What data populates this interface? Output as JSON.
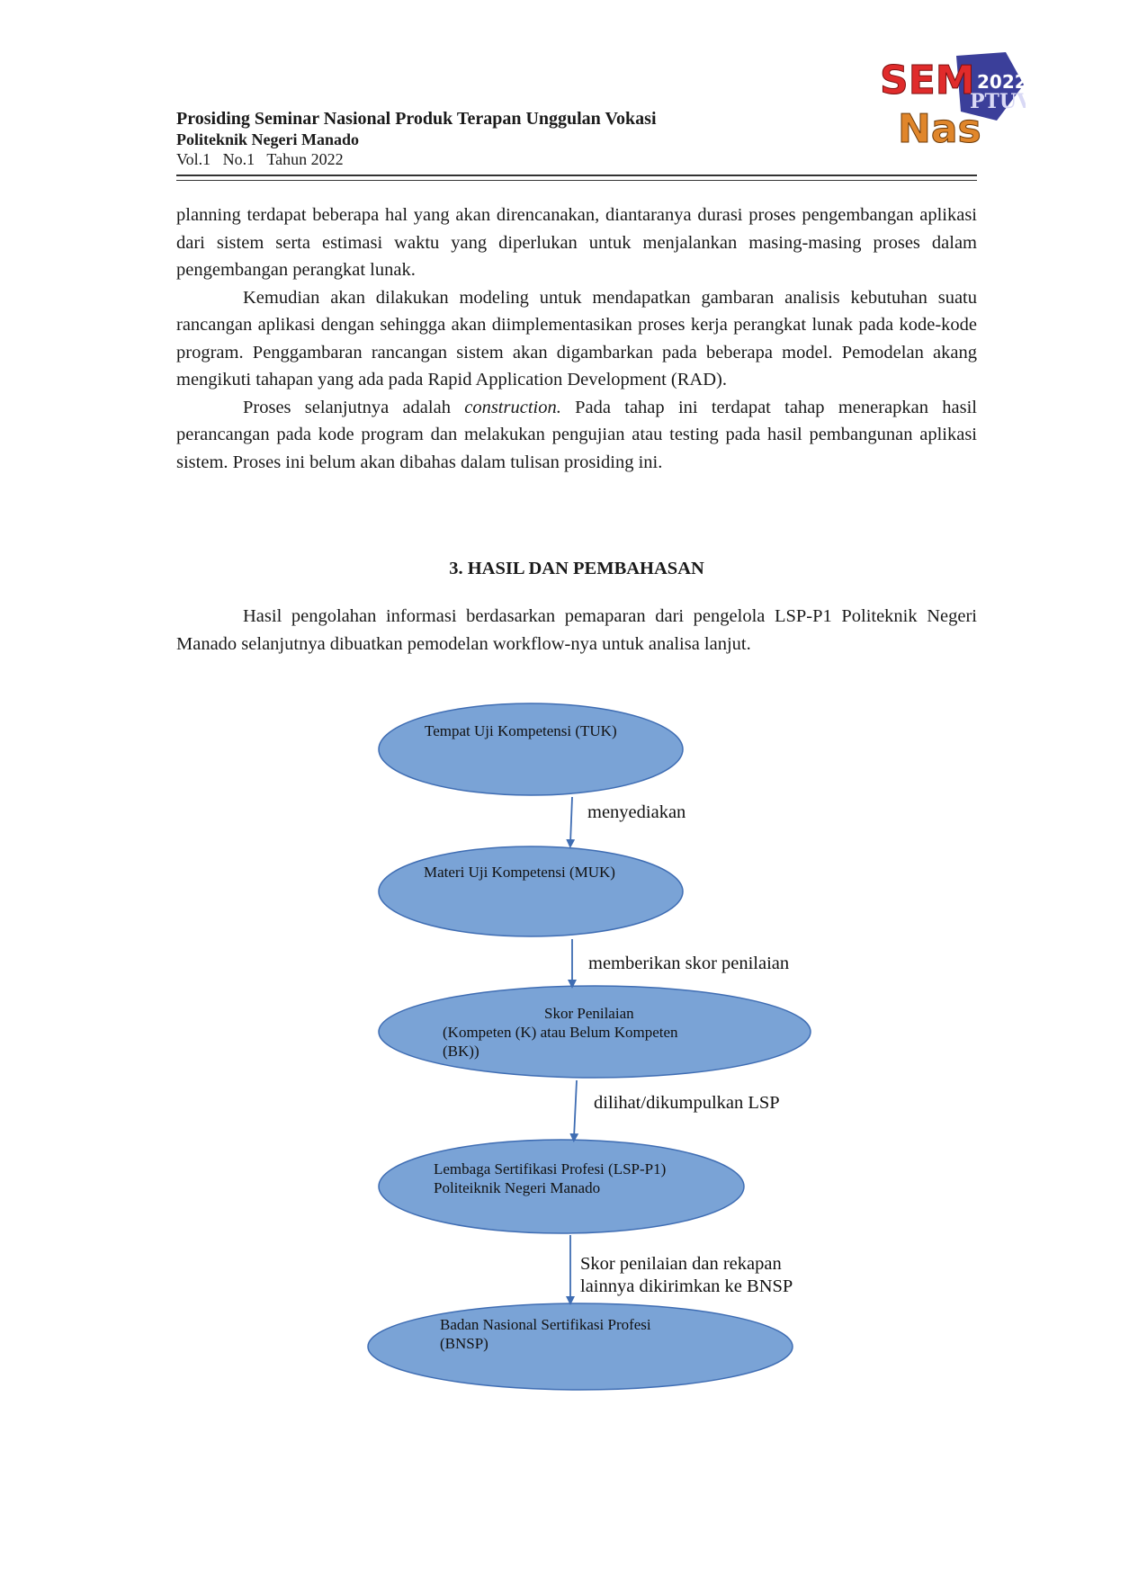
{
  "header": {
    "journal": "Prosiding Seminar Nasional Produk Terapan Unggulan Vokasi",
    "institution": "Politeknik Negeri Manado",
    "volume": "Vol.1   No.1   Tahun 2022"
  },
  "logo": {
    "line1": "SEM",
    "year": "2022",
    "tag": "PTUV",
    "line2": "Nas"
  },
  "intro": {
    "p1": "planning terdapat beberapa hal yang akan direncanakan, diantaranya durasi proses pengembangan aplikasi dari sistem serta estimasi waktu yang diperlukan untuk menjalankan masing-masing proses dalam pengembangan perangkat lunak.",
    "p2": "Kemudian akan dilakukan modeling untuk mendapatkan gambaran analisis kebutuhan suatu rancangan aplikasi dengan sehingga akan diimplementasikan proses kerja perangkat lunak pada kode-kode program. Penggambaran rancangan sistem akan digambarkan pada beberapa model. Pemodelan akang mengikuti tahapan yang ada pada Rapid Application Development (RAD).",
    "p3_before": "Proses selanjutnya adalah ",
    "p3_italic": "construction.",
    "p3_after": " Pada tahap ini terdapat tahap menerapkan hasil perancangan pada kode program dan melakukan pengujian atau testing pada hasil pembangunan aplikasi sistem. Proses ini belum akan dibahas dalam tulisan prosiding ini."
  },
  "section": {
    "title": "3. HASIL DAN PEMBAHASAN",
    "p1": "Hasil pengolahan informasi berdasarkan pemaparan dari pengelola LSP-P1 Politeknik Negeri Manado selanjutnya dibuatkan pemodelan workflow-nya untuk analisa lanjut."
  },
  "diagram": {
    "node_fill": "#7aa3d6",
    "node_stroke": "#3f6db3",
    "nodes": {
      "tuk": "Tempat Uji Kompetensi (TUK)",
      "muk": "Materi Uji Kompetensi (MUK)",
      "skor_title": "Skor Penilaian",
      "skor_line2": "(Kompeten (K) atau Belum Kompeten",
      "skor_line3": "(BK))",
      "lsp_line1": "Lembaga Sertifikasi Profesi (LSP-P1)",
      "lsp_line2": "Politeiknik Negeri Manado",
      "bnsp_line1": "Badan Nasional Sertifikasi Profesi",
      "bnsp_line2": "(BNSP)"
    },
    "edges": {
      "e1": "menyediakan",
      "e2": "memberikan skor penilaian",
      "e3": "dilihat/dikumpulkan LSP",
      "e4_line1": "Skor penilaian dan rekapan",
      "e4_line2": "lainnya dikirimkan ke BNSP"
    }
  }
}
